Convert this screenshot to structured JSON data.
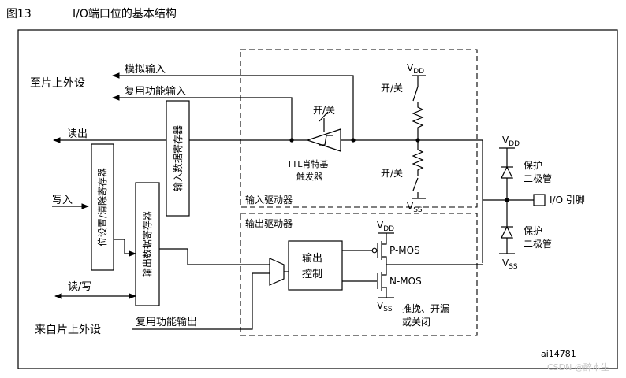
{
  "figure": {
    "number": "图13",
    "title": "I/O端口位的基本结构",
    "code": "ai14781",
    "watermark": "CSDN @醉本生"
  },
  "left_labels": {
    "to_onchip_peripheral": "至片上外设",
    "analog_input": "模拟输入",
    "alt_func_input": "复用功能输入",
    "read_out": "读出",
    "write_in": "写入",
    "read_write": "读/写",
    "from_onchip_peripheral": "来自片上外设",
    "alt_func_output": "复用功能输出"
  },
  "registers": {
    "input_data": "输入数据寄存器",
    "bit_set_reset": "位设置/清除寄存器",
    "output_data": "输出数据寄存器"
  },
  "input_driver": {
    "label": "输入驱动器",
    "trigger_line1": "TTL肖特基",
    "trigger_line2": "触发器",
    "switch_top": "开/关",
    "switch_mid": "开/关",
    "switch_trigger": "开/关",
    "vdd": "V",
    "vdd_sub": "DD",
    "vss": "V",
    "vss_sub": "SS"
  },
  "output_driver": {
    "label": "输出驱动器",
    "control_line1": "输出",
    "control_line2": "控制",
    "pmos": "P-MOS",
    "nmos": "N-MOS",
    "mode_line1": "推挽、开漏",
    "mode_line2": "或关闭",
    "vdd": "V",
    "vdd_sub": "DD",
    "vss": "V",
    "vss_sub": "SS"
  },
  "protection": {
    "vdd": "V",
    "vdd_sub": "DD",
    "vss": "V",
    "vss_sub": "SS",
    "diode_top_line1": "保护",
    "diode_top_line2": "二极管",
    "diode_bottom_line1": "保护",
    "diode_bottom_line2": "二极管",
    "pin": "I/O 引脚"
  }
}
